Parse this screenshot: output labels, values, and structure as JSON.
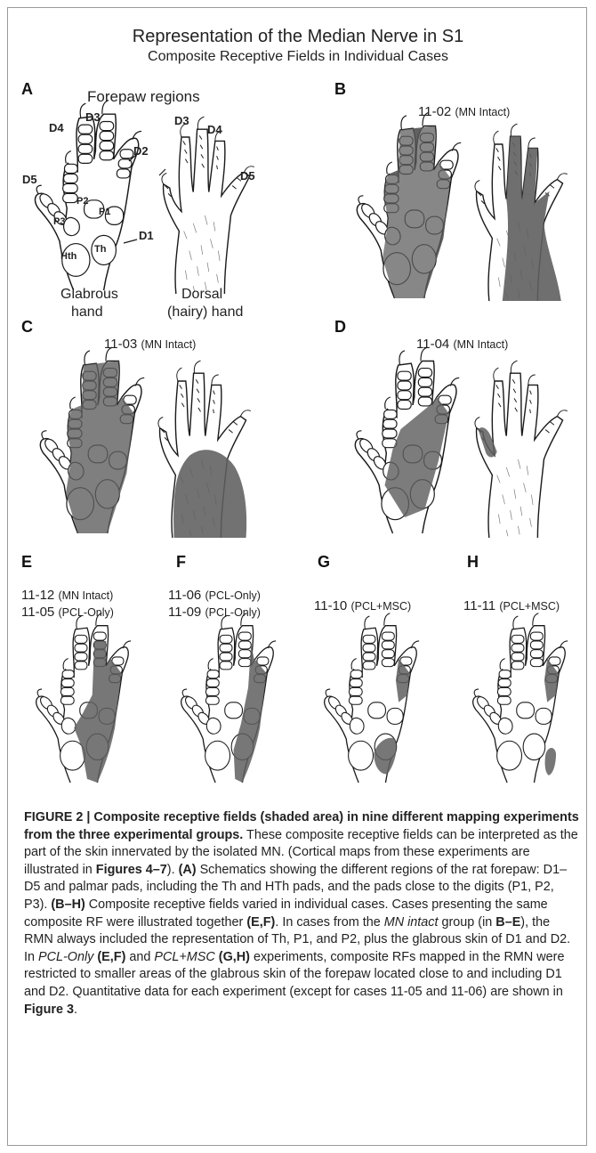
{
  "figure": {
    "title": "Representation of the Median Nerve in S1",
    "subtitle": "Composite Receptive Fields in Individual Cases"
  },
  "panels": {
    "A": {
      "letter": "A",
      "heading": "Forepaw regions",
      "digit_labels": [
        "D3",
        "D4",
        "D5",
        "D2",
        "D1",
        "D3",
        "D4",
        "D5"
      ],
      "pad_labels": [
        "P1",
        "P2",
        "P3",
        "Th",
        "Hth"
      ],
      "glabrous_label": [
        "Glabrous",
        "hand"
      ],
      "dorsal_label": [
        "Dorsal",
        "(hairy) hand"
      ]
    },
    "B": {
      "letter": "B",
      "case_id": "11-02",
      "case_group": "(MN Intact)"
    },
    "C": {
      "letter": "C",
      "case_id": "11-03",
      "case_group": "(MN Intact)"
    },
    "D": {
      "letter": "D",
      "case_id": "11-04",
      "case_group": "(MN Intact)"
    },
    "E": {
      "letter": "E",
      "case_id": "11-12",
      "case_group": "(MN Intact)",
      "case2_id": "11-05",
      "case2_group": "(PCL-Only)"
    },
    "F": {
      "letter": "F",
      "case_id": "11-06",
      "case_group": "(PCL-Only)",
      "case2_id": "11-09",
      "case2_group": "(PCL-Only)"
    },
    "G": {
      "letter": "G",
      "case_id": "11-10",
      "case_group": "(PCL+MSC)"
    },
    "H": {
      "letter": "H",
      "case_id": "11-11",
      "case_group": "(PCL+MSC)"
    }
  },
  "caption": {
    "heading": "FIGURE 2 | Composite receptive fields (shaded area) in nine different mapping experiments from the three experimental groups.",
    "s1": " These composite receptive fields can be interpreted as the part of the skin innervated by the isolated MN. (Cortical maps from these experiments are illustrated in ",
    "s1b": "Figures 4–7",
    "s2": "). ",
    "s2b": "(A)",
    "s3": " Schematics showing the different regions of the rat forepaw: D1–D5 and palmar pads, including the Th and HTh pads, and the pads close to the digits (P1, P2, P3). ",
    "s3b": "(B–H)",
    "s4": " Composite receptive fields varied in individual cases. Cases presenting the same composite RF were illustrated together ",
    "s4b": "(E,F)",
    "s5": ". In cases from the ",
    "s5i": "MN intact",
    "s6": " group (in ",
    "s6b": "B–E",
    "s7": "), the RMN always included the representation of Th, P1, and P2, plus the glabrous skin of D1 and D2. In ",
    "s7i": "PCL-Only",
    "s8": " ",
    "s8b": "(E,F)",
    "s9": " and ",
    "s9i": "PCL+MSC",
    "s10": " ",
    "s10b": "(G,H)",
    "s11": " experiments, composite RFs mapped in the RMN were restricted to smaller areas of the glabrous skin of the forepaw located close to and including D1 and D2. Quantitative data for each experiment (except for cases 11-05 and 11-06) are shown in ",
    "s11b": "Figure 3",
    "s12": "."
  },
  "colors": {
    "shade": "#5f5f5f",
    "outline": "#1a1a1a"
  }
}
